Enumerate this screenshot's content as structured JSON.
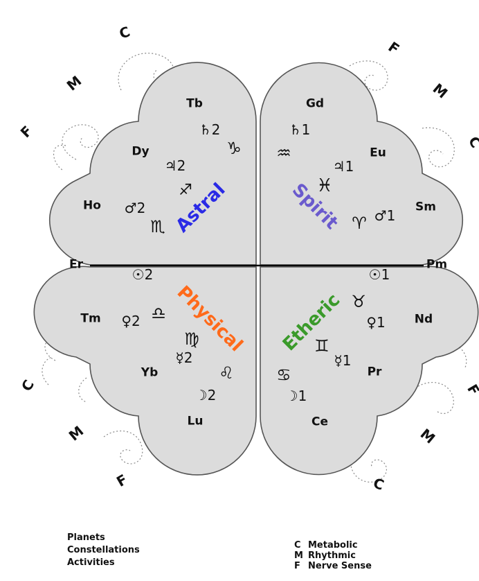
{
  "axis": {
    "left": "Er",
    "right": "Pm"
  },
  "quadrants": {
    "astral": {
      "label": "Astral",
      "color": "#2a2ae6"
    },
    "spirit": {
      "label": "Spirit",
      "color": "#6a5acd"
    },
    "physical": {
      "label": "Physical",
      "color": "#ff6a1a"
    },
    "etheric": {
      "label": "Etheric",
      "color": "#3a9a2a"
    }
  },
  "lobes": {
    "tb": "Tb",
    "dy": "Dy",
    "ho": "Ho",
    "gd": "Gd",
    "eu": "Eu",
    "sm": "Sm",
    "tm": "Tm",
    "yb": "Yb",
    "lu": "Lu",
    "nd": "Nd",
    "pr": "Pr",
    "ce": "Ce"
  },
  "symbols": {
    "saturn2": "♄2",
    "capricorn": "♑",
    "jupiter2": "♃2",
    "sagittarius": "♐",
    "mars2": "♂2",
    "scorpio": "♏",
    "saturn1": "♄1",
    "aquarius": "♒",
    "jupiter1": "♃1",
    "pisces": "♓",
    "aries": "♈",
    "mars1": "♂1",
    "sun2": "☉2",
    "libra": "♎",
    "venus2": "♀2",
    "virgo": "♍",
    "mercury2": "☿2",
    "leo": "♌",
    "moon2": "☽2",
    "sun1": "☉1",
    "taurus": "♉",
    "venus1": "♀1",
    "gemini": "♊",
    "mercury1": "☿1",
    "cancer": "♋",
    "moon1": "☽1"
  },
  "ring_letters": {
    "tl_c": "C",
    "tl_m": "M",
    "tl_f": "F",
    "tr_f": "F",
    "tr_m": "M",
    "tr_c": "C",
    "bl_c": "C",
    "bl_m": "M",
    "bl_f": "F",
    "br_f": "F",
    "br_m": "M",
    "br_c": "C"
  },
  "legend": {
    "left": {
      "planets": "Planets",
      "constellations": "Constellations",
      "activities": "Activities"
    },
    "right": [
      {
        "code": "C",
        "label": "Metabolic"
      },
      {
        "code": "M",
        "label": "Rhythmic"
      },
      {
        "code": "F",
        "label": "Nerve Sense"
      }
    ]
  }
}
